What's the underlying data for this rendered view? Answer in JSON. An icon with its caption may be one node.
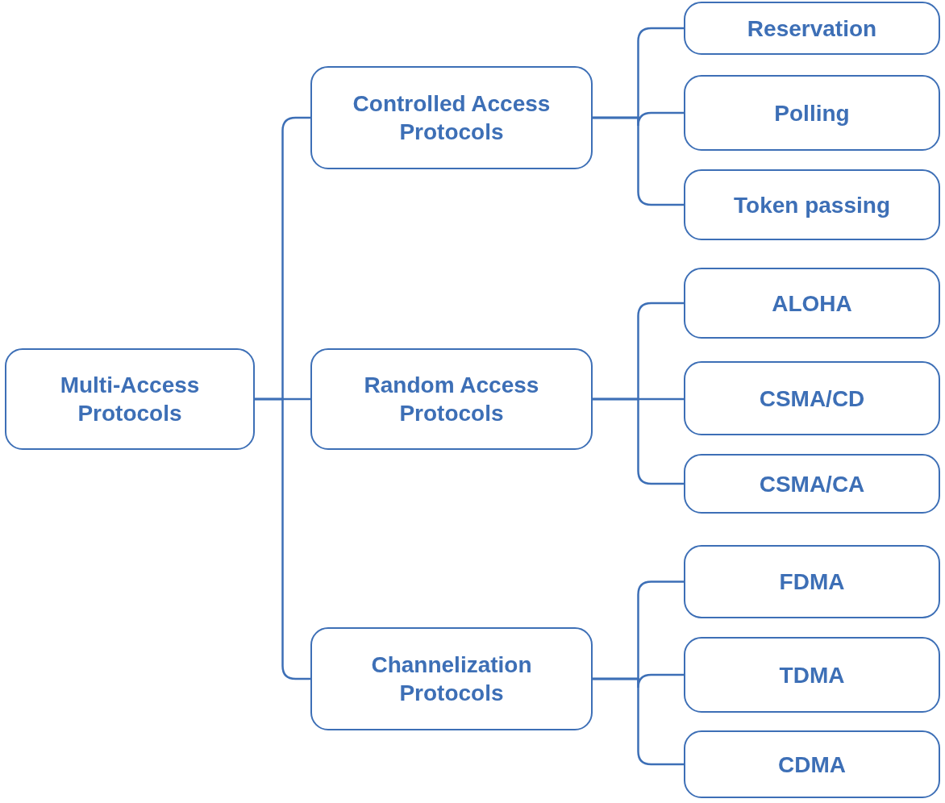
{
  "diagram": {
    "nodes": [
      {
        "text": [
          "Multi-Access Protocols"
        ]
      },
      {
        "text": [
          "Controlled Access Protocols"
        ]
      },
      {
        "text": [
          "Random Access Protocols"
        ]
      },
      {
        "text": [
          "Channelization Protocols"
        ]
      },
      {
        "text": [
          "Reservation"
        ]
      },
      {
        "text": [
          "Polling"
        ]
      },
      {
        "text": [
          "Token passing"
        ]
      },
      {
        "text": [
          "ALOHA"
        ]
      },
      {
        "text": [
          "CSMA/CD"
        ]
      },
      {
        "text": [
          "CSMA/CA"
        ]
      },
      {
        "text": [
          "FDMA"
        ]
      },
      {
        "text": [
          "TDMA"
        ]
      },
      {
        "text": [
          "CDMA"
        ]
      }
    ],
    "edges": [
      {
        "from": 0,
        "to": 1,
        "arrow": "none"
      },
      {
        "from": 0,
        "to": 2,
        "arrow": "none"
      },
      {
        "from": 0,
        "to": 3,
        "arrow": "none"
      },
      {
        "from": 1,
        "to": 4,
        "arrow": "none"
      },
      {
        "from": 1,
        "to": 5,
        "arrow": "none"
      },
      {
        "from": 1,
        "to": 6,
        "arrow": "none"
      },
      {
        "from": 2,
        "to": 7,
        "arrow": "none"
      },
      {
        "from": 2,
        "to": 8,
        "arrow": "none"
      },
      {
        "from": 2,
        "to": 9,
        "arrow": "none"
      },
      {
        "from": 3,
        "to": 10,
        "arrow": "none"
      },
      {
        "from": 3,
        "to": 11,
        "arrow": "none"
      },
      {
        "from": 3,
        "to": 12,
        "arrow": "none"
      }
    ]
  }
}
